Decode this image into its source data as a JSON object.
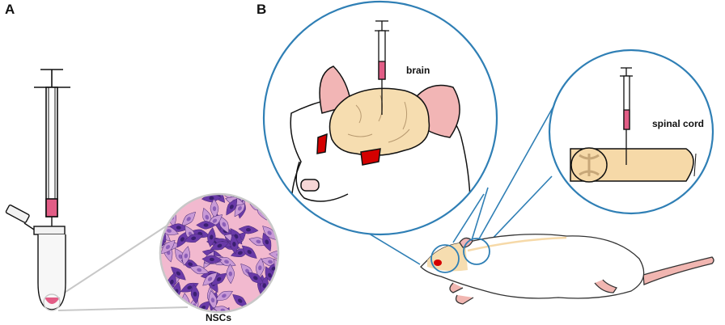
{
  "panels": {
    "a": {
      "letter": "A",
      "cells_label": "NSCs"
    },
    "b": {
      "letter": "B",
      "brain_label": "brain",
      "spinal_label": "spinal cord"
    }
  },
  "colors": {
    "circle_outline": "#2f7fb5",
    "zoom_lines_a": "#c8c8c8",
    "cell_background": "#f2b9cf",
    "cell_dark": "#6a3aa8",
    "cell_light": "#c99ad6",
    "syringe_fluid": "#e25d86",
    "brain_tissue": "#f6ddb0",
    "rat_eye": "#d40000",
    "rat_ear": "#f2b5b5",
    "rat_tail": "#f1b6b1",
    "spinal_cord": "#f6d9a8"
  },
  "icons": [
    "syringe-icon",
    "microtube-icon",
    "rat-icon"
  ]
}
